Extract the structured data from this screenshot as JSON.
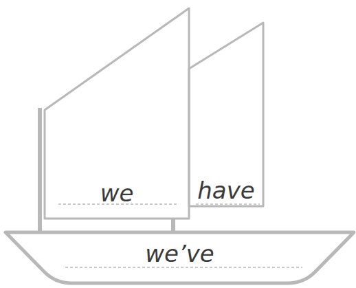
{
  "diagram": {
    "nodes": [
      {
        "text": [
          "we"
        ]
      },
      {
        "text": [
          "have"
        ]
      },
      {
        "text": [
          "we’ve"
        ]
      }
    ]
  }
}
